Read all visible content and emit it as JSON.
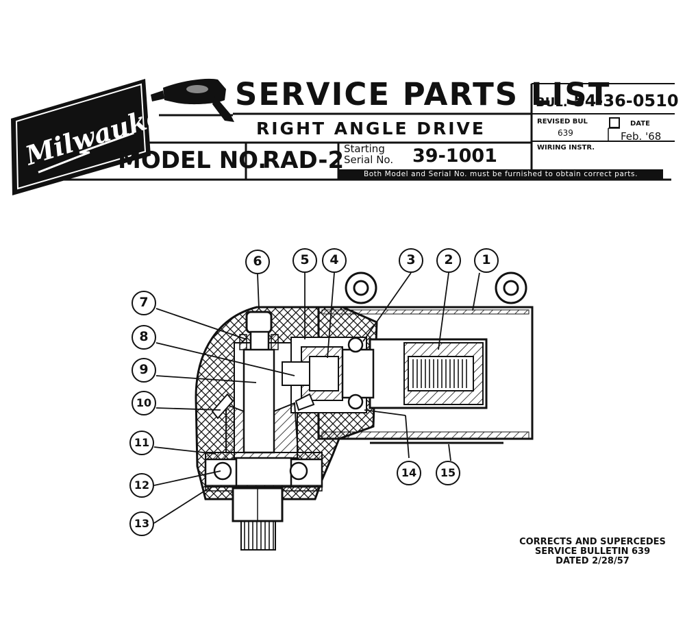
{
  "header": {
    "brand": "Milwaukee",
    "title": "SERVICE PARTS LIST",
    "subtitle": "RIGHT ANGLE DRIVE",
    "model_label": "MODEL NO.",
    "model_value": "RAD-2",
    "starting_label_1": "Starting",
    "starting_label_2": "Serial No.",
    "serial_value": "39-1001",
    "banner": "Both Model and Serial No. must be furnished to obtain correct parts."
  },
  "bulletin": {
    "bul_label": "BUL.",
    "bul_number": "54-36-0510",
    "revised_label": "REVISED BUL",
    "revised_value": "639",
    "date_label": "DATE",
    "date_value": "Feb. '68",
    "wiring_label": "WIRING INSTR."
  },
  "diagram": {
    "callouts": [
      "1",
      "2",
      "3",
      "4",
      "5",
      "6",
      "7",
      "8",
      "9",
      "10",
      "11",
      "12",
      "13",
      "14",
      "15"
    ],
    "icons": [
      "milwaukee-logo",
      "drill-icon",
      "right-angle-drive-cross-section"
    ]
  },
  "note": {
    "line1": "CORRECTS AND SUPERCEDES",
    "line2": "SERVICE BULLETIN 639",
    "line3": "DATED 2/28/57"
  }
}
